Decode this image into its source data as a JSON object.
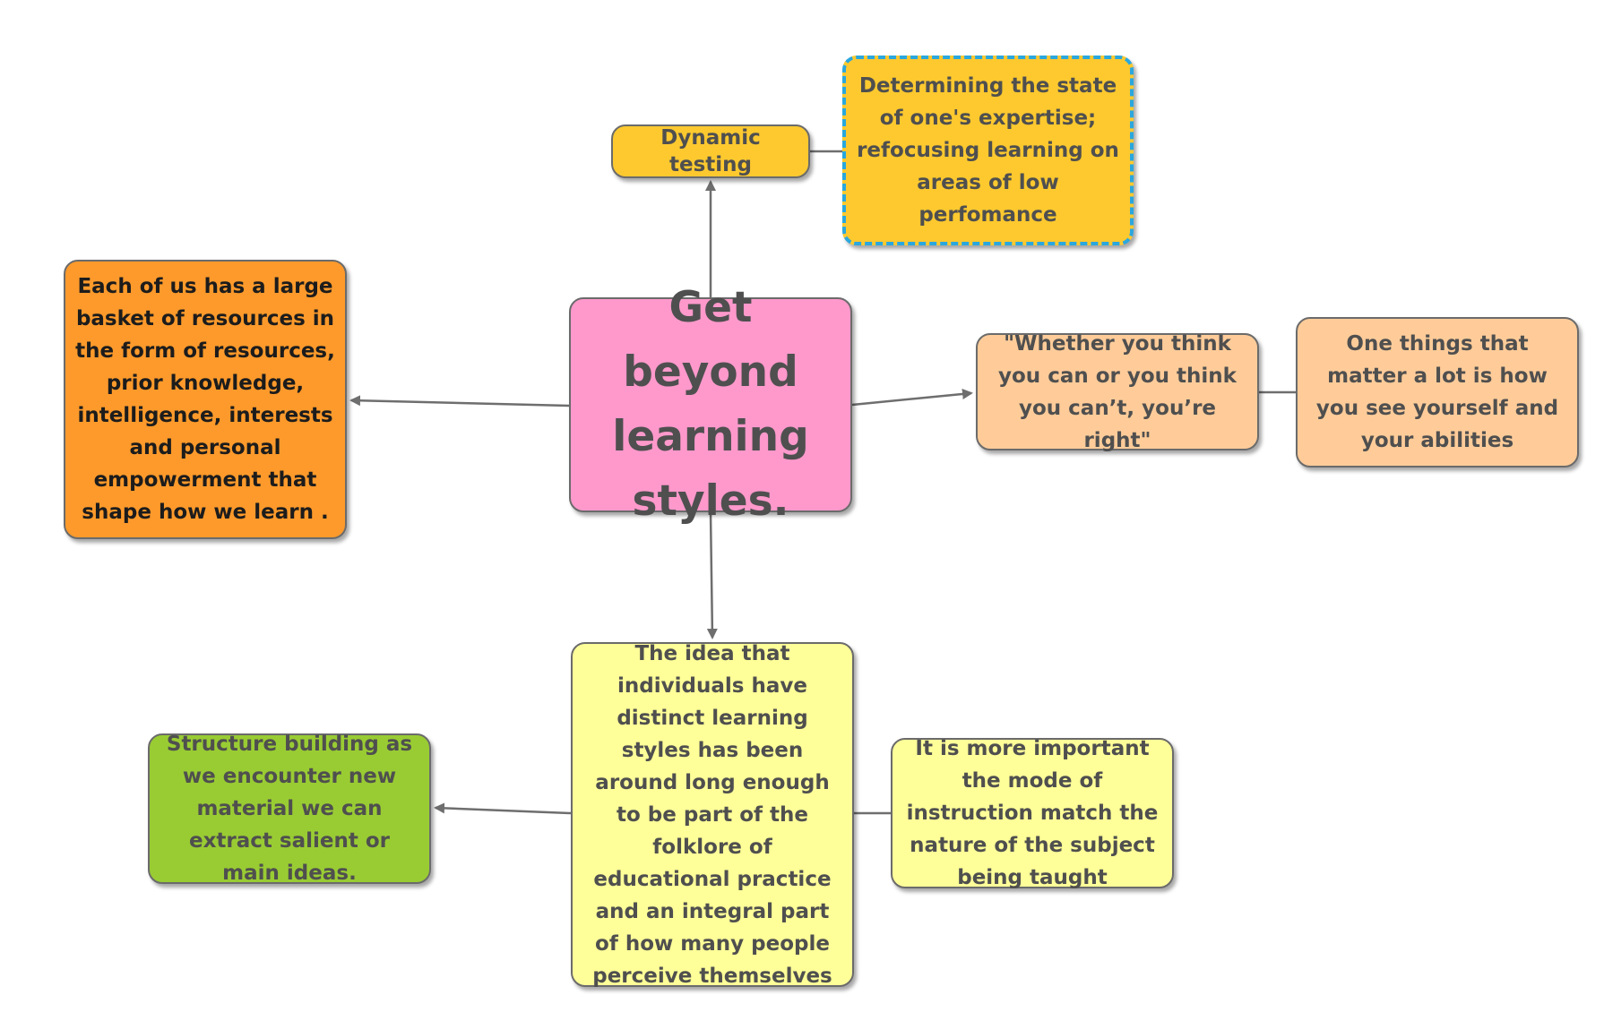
{
  "diagram": {
    "nodes": {
      "root": "Get beyond learning styles.",
      "dynamic_testing": "Dynamic testing",
      "determining": "Determining the state of one's expertise; refocusing learning on areas of low perfomance",
      "basket": "Each of us has a large basket of resources in the form of resources, prior knowledge, intelligence, interests and personal empowerment that shape how we learn .",
      "whether": "\"Whether you think you can or you think you can’t, you’re right\"",
      "one_things": "One things that matter a lot is how you see yourself and your abilities",
      "idea": "The idea that individuals have distinct learning styles has been around long enough to be part of the folklore of educational practice and an integral part of how many people perceive themselves",
      "structure": "Structure building as we encounter new material we can extract salient or main ideas.",
      "important": "It is more important the mode of instruction match the nature of the subject being taught"
    },
    "colors": {
      "root": "#ff99cc",
      "dynamic_testing": "#fdc92f",
      "determining": "#fdc92f",
      "determining_border": "#2aa7de",
      "basket": "#fd9a2b",
      "whether": "#ffcc99",
      "one_things": "#ffcc99",
      "idea": "#ffff99",
      "structure": "#99cc33",
      "important": "#ffff99",
      "edge": "#6e6e6e"
    }
  }
}
